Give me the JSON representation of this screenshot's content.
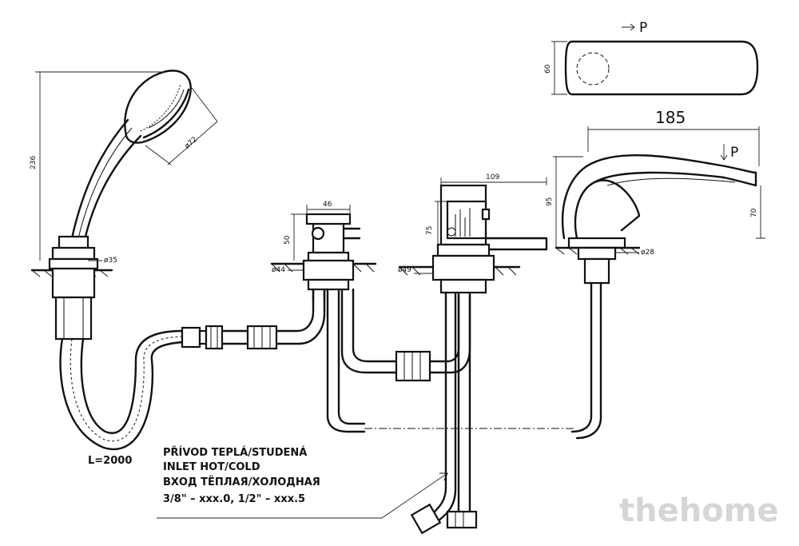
{
  "dimensions": {
    "hand_shower_height": "236",
    "hand_shower_head_dia": "ø72",
    "hand_shower_base_dia": "ø35",
    "hose_length": "L=2000",
    "valve_width": "46",
    "valve_height": "50",
    "valve_base_dia": "ø44",
    "mixer_width": "109",
    "mixer_height": "75",
    "mixer_base_dia": "ø49",
    "spout_length": "185",
    "spout_height": "95",
    "spout_outlet_height": "70",
    "spout_base_dia": "ø28",
    "spout_top_width": "60",
    "view_marker_top": "P",
    "view_marker_side": "P"
  },
  "inlet_label": {
    "line_cz": "PŘÍVOD TEPLÁ/STUDENÁ",
    "line_en": "INLET HOT/COLD",
    "line_ru": "ВХОД ТЁПЛАЯ/ХОЛОДНАЯ",
    "line_sizes": "3/8\" – xxx.0, 1/2\" – xxx.5"
  },
  "watermark": "thehome"
}
